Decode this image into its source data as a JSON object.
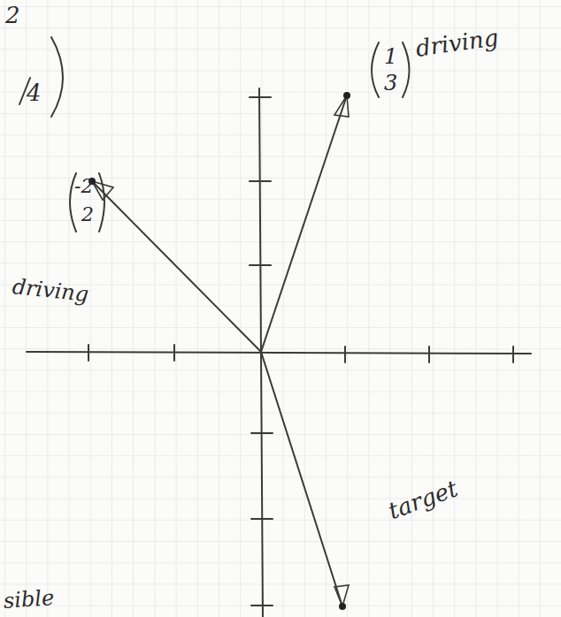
{
  "diagram": {
    "labels": [
      "2",
      "4",
      "1",
      "3",
      "driving",
      "-2",
      "2",
      "driving",
      "target",
      "sible"
    ]
  }
}
